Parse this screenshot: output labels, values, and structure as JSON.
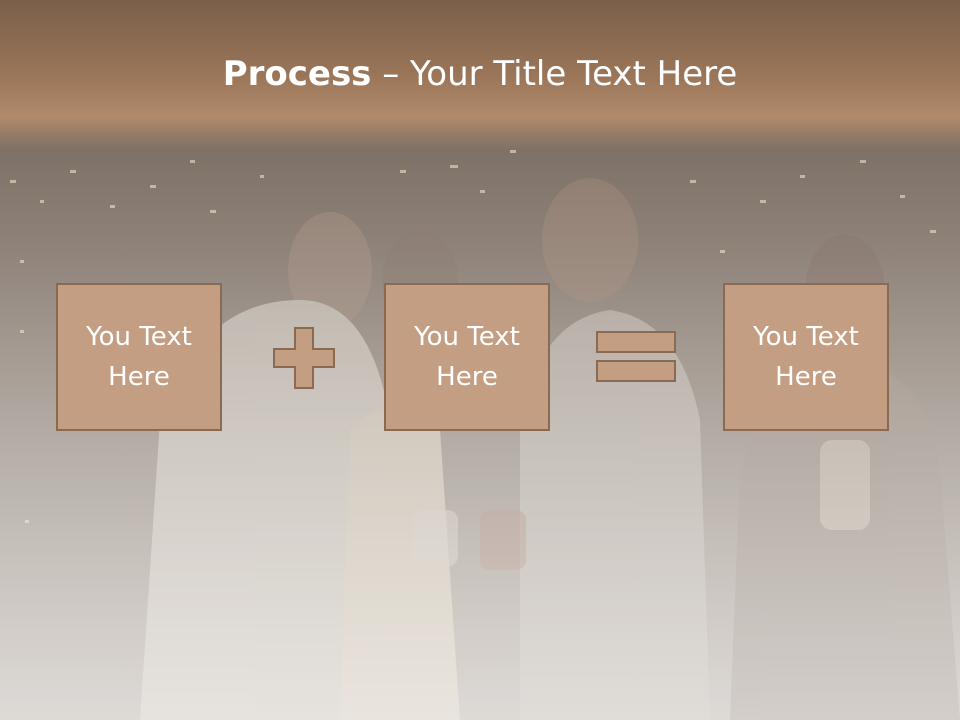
{
  "slide": {
    "title_bold": "Process",
    "title_rest": " – Your Title Text Here",
    "boxes": [
      {
        "text": "You Text Here"
      },
      {
        "text": "You Text Here"
      },
      {
        "text": "You Text Here"
      }
    ],
    "operators": [
      "plus-icon",
      "equals-icon"
    ]
  },
  "colors": {
    "header": "#9a7558",
    "box_fill": "#c39e82",
    "box_border": "#8a6a52",
    "text": "#ffffff"
  }
}
